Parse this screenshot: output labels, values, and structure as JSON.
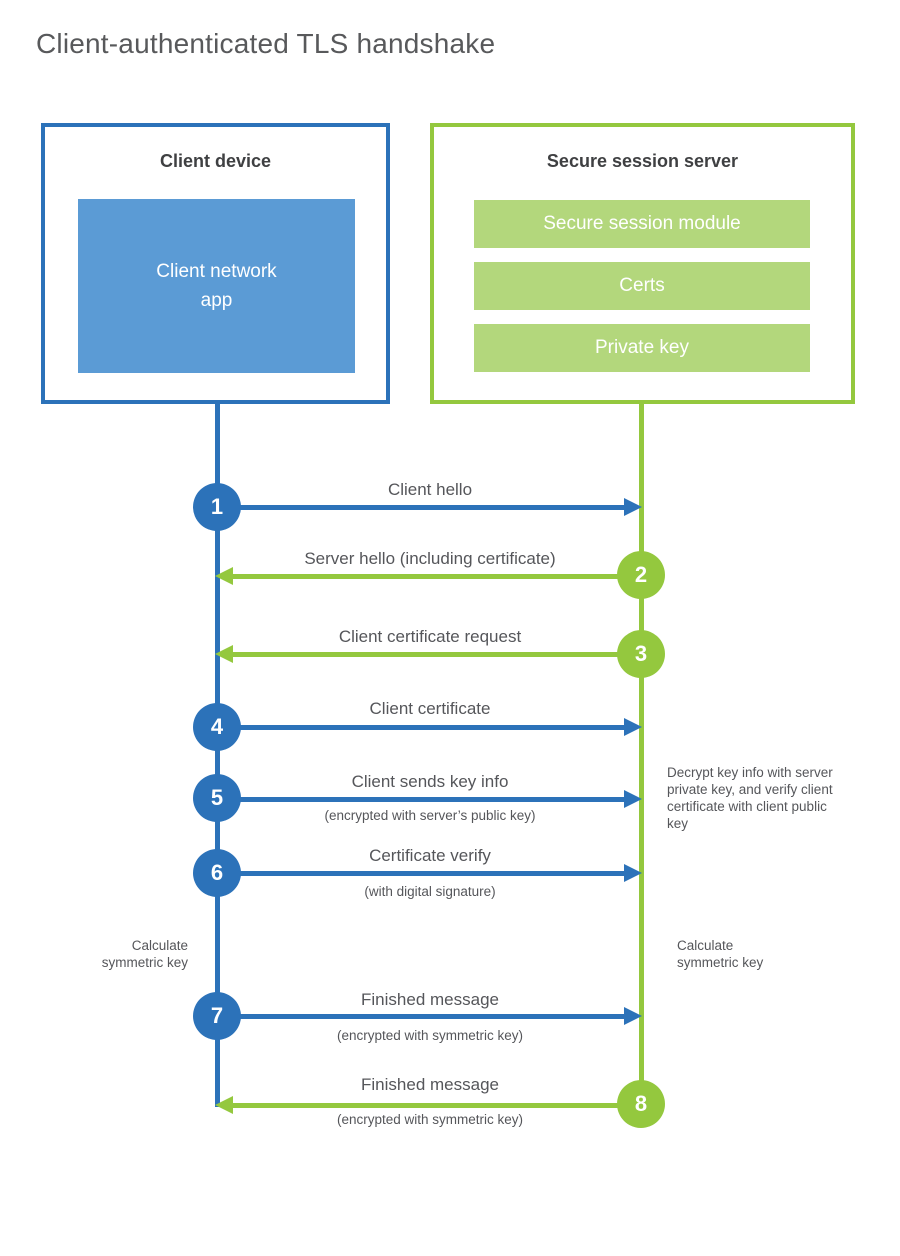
{
  "title": "Client-authenticated TLS handshake",
  "client_box": {
    "title": "Client device",
    "app_label": "Client network app"
  },
  "server_box": {
    "title": "Secure session server",
    "modules": [
      "Secure session module",
      "Certs",
      "Private key"
    ]
  },
  "steps": [
    {
      "num": "1",
      "label": "Client hello",
      "direction": "client-to-server"
    },
    {
      "num": "2",
      "label": "Server hello (including certificate)",
      "direction": "server-to-client"
    },
    {
      "num": "3",
      "label": "Client certificate request",
      "direction": "server-to-client"
    },
    {
      "num": "4",
      "label": "Client certificate",
      "direction": "client-to-server"
    },
    {
      "num": "5",
      "label": "Client sends key info",
      "sub": "(encrypted with server’s public key)",
      "direction": "client-to-server"
    },
    {
      "num": "6",
      "label": "Certificate verify",
      "sub": "(with digital signature)",
      "direction": "client-to-server"
    },
    {
      "num": "7",
      "label": "Finished message",
      "sub": "(encrypted with symmetric key)",
      "direction": "client-to-server"
    },
    {
      "num": "8",
      "label": "Finished message",
      "sub": "(encrypted with symmetric key)",
      "direction": "server-to-client"
    }
  ],
  "annotations": {
    "calculate_left": "Calculate symmetric key",
    "calculate_right": "Calculate symmetric key",
    "decrypt_note": "Decrypt key info with server private key, and verify client certificate with client public key"
  },
  "colors": {
    "blue_stroke": "#2c72b9",
    "blue_fill": "#5b9bd5",
    "green_stroke": "#94c83e",
    "green_fill": "#b3d77c",
    "text_gray": "#55565a"
  }
}
